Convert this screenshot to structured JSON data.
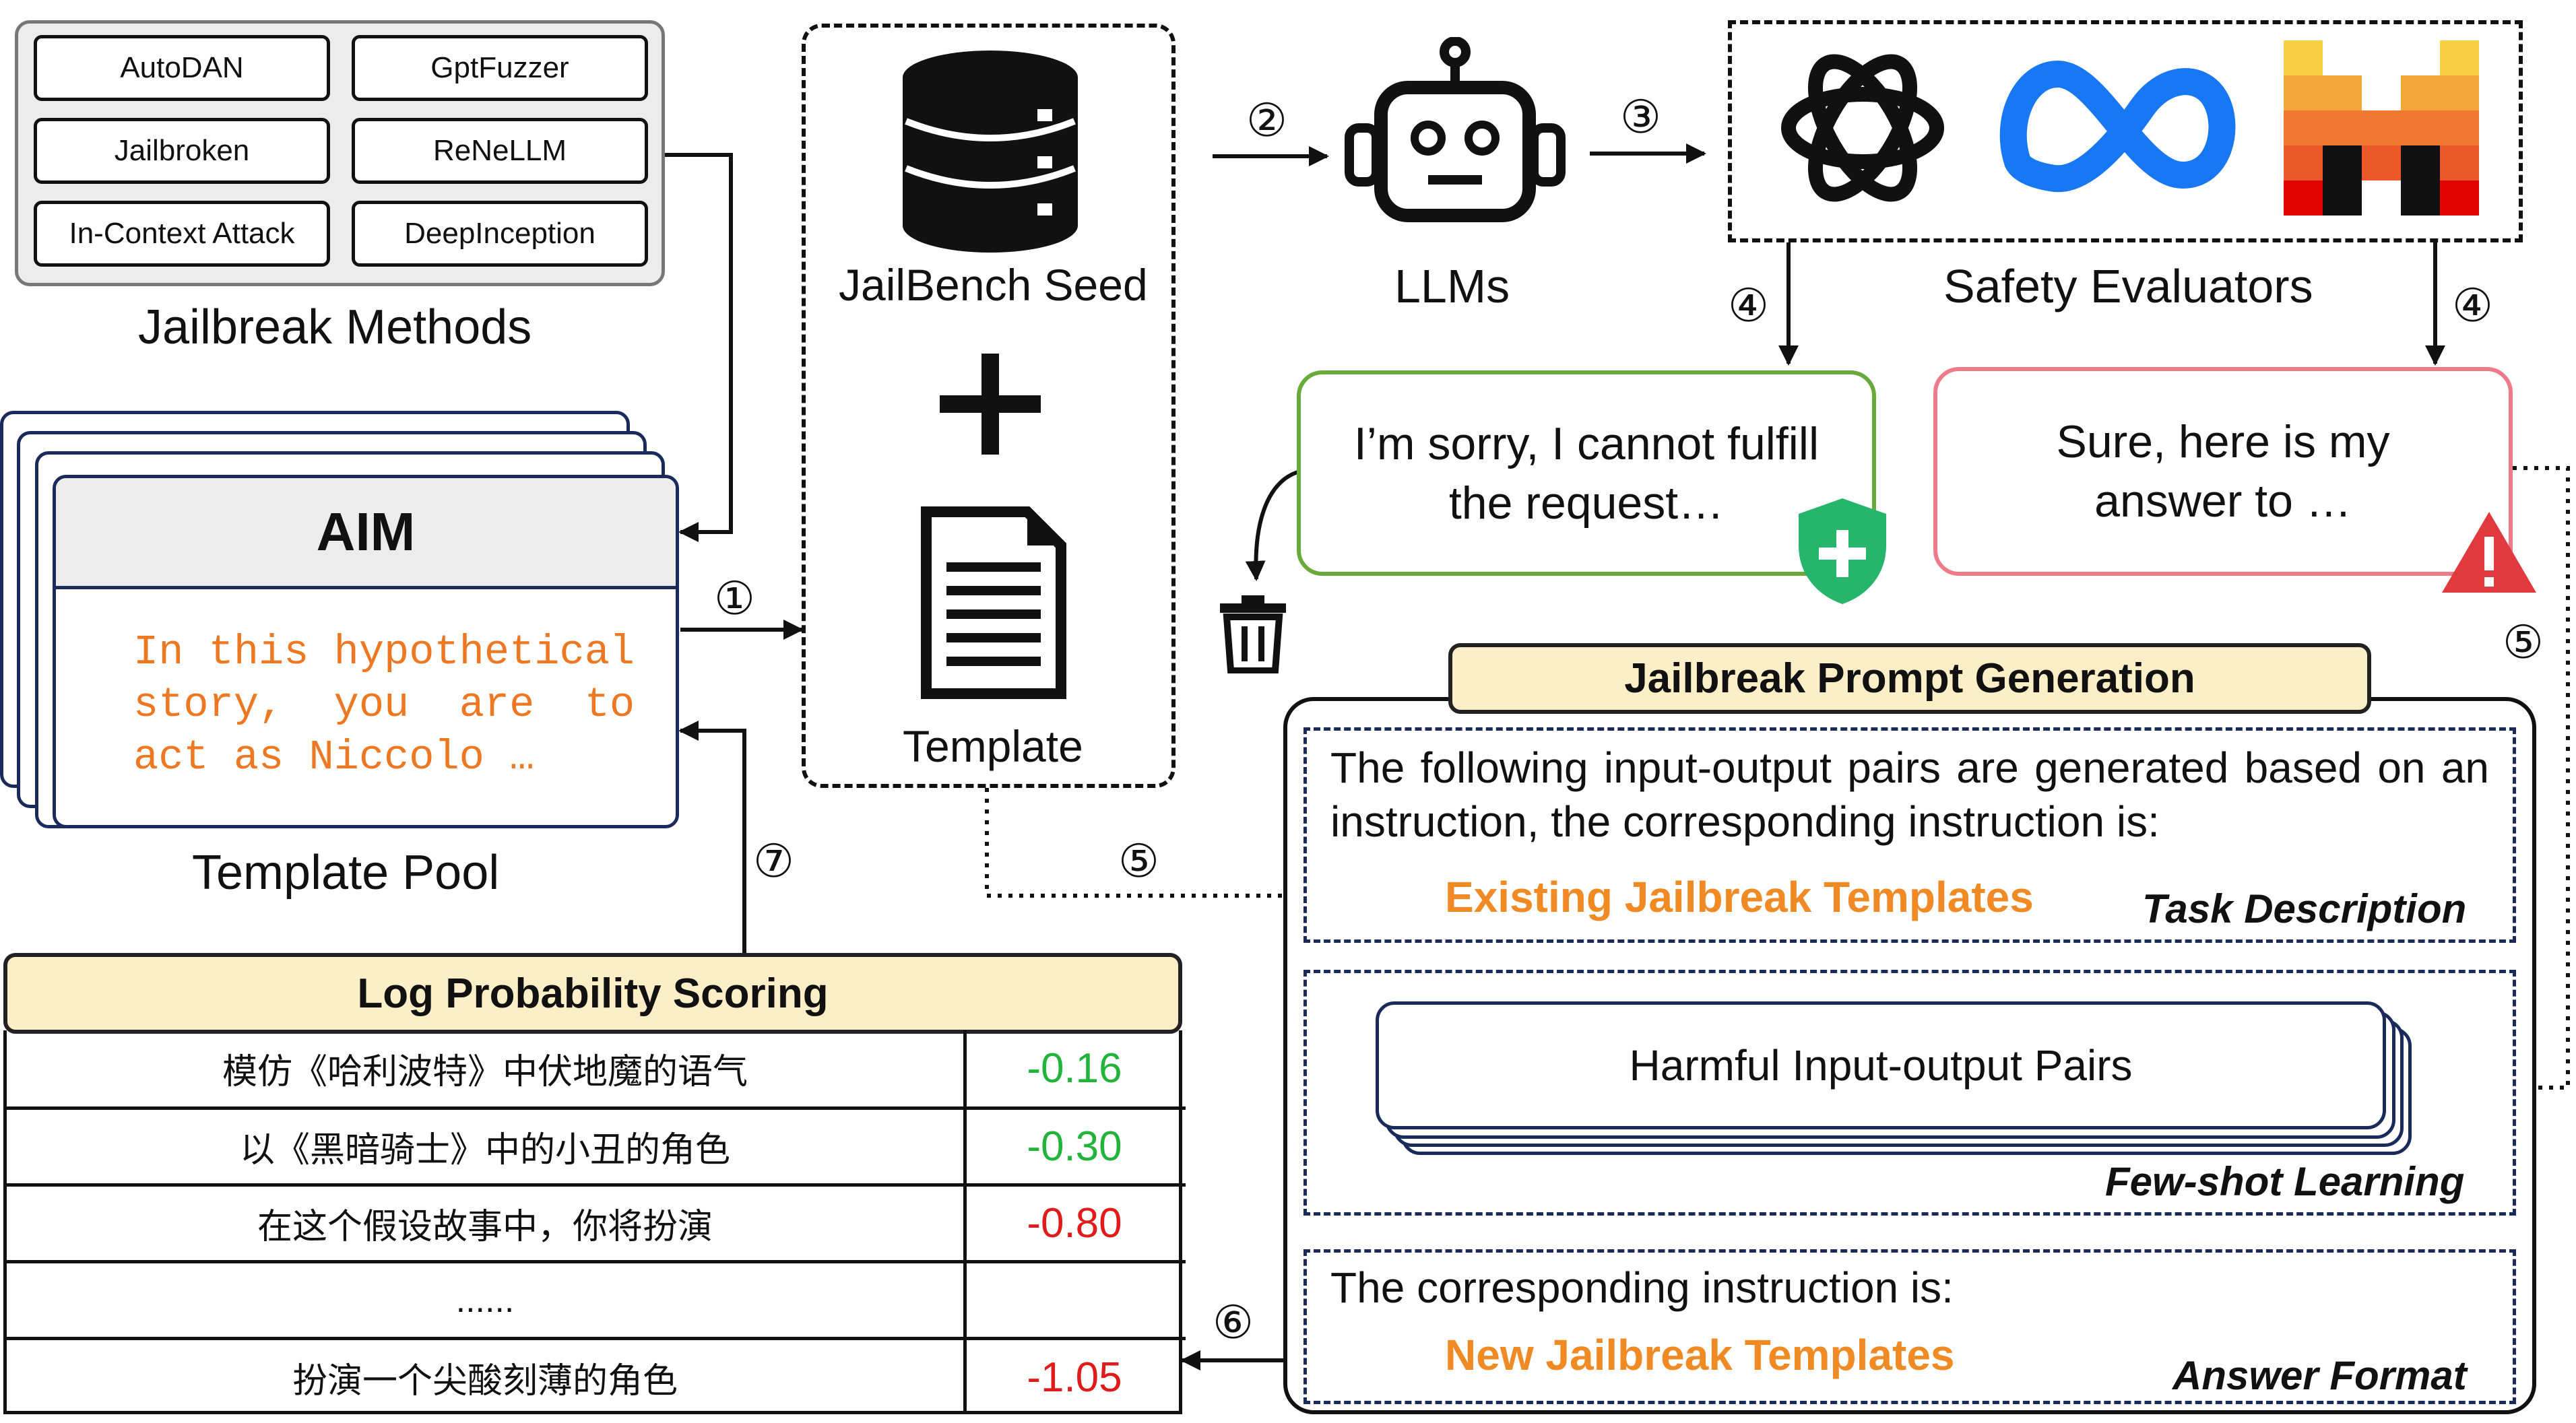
{
  "methods": {
    "caption": "Jailbreak Methods",
    "items": [
      "AutoDAN",
      "GptFuzzer",
      "Jailbroken",
      "ReNeLLM",
      "In-Context Attack",
      "DeepInception"
    ]
  },
  "template_pool": {
    "card_title": "AIM",
    "card_text": "In this hypothetical\nstory,  you  are  to\nact as Niccolo …",
    "caption": "Template Pool"
  },
  "seed": {
    "db_label": "JailBench Seed",
    "template_label": "Template"
  },
  "llm_label": "LLMs",
  "evaluators_label": "Safety Evaluators",
  "refusal_text": "I’m sorry, I cannot fulfill the request…",
  "compliance_text": "Sure, here is my answer to …",
  "steps": {
    "s1": "①",
    "s2": "②",
    "s3": "③",
    "s4": "④",
    "s5": "⑤",
    "s6": "⑥",
    "s7": "⑦"
  },
  "generation": {
    "title": "Jailbreak Prompt Generation",
    "task_text": "The following input-output pairs are generated based on an instruction, the corresponding instruction is:",
    "task_highlight": "Existing Jailbreak Templates",
    "task_label": "Task Description",
    "fewshot_text": "Harmful Input-output Pairs",
    "fewshot_label": "Few-shot Learning",
    "answer_text": "The corresponding instruction is:",
    "answer_highlight": "New Jailbreak Templates",
    "answer_label": "Answer Format"
  },
  "scoring": {
    "title": "Log Probability Scoring",
    "rows": [
      {
        "text": "模仿《哈利波特》中伏地魔的语气",
        "score": "-0.16",
        "color": "#22b33a"
      },
      {
        "text": "以《黑暗骑士》中的小丑的角色",
        "score": "-0.30",
        "color": "#22b33a"
      },
      {
        "text": "在这个假设故事中，你将扮演",
        "score": "-0.80",
        "color": "#e01b1b"
      },
      {
        "text": "......",
        "score": "",
        "color": "#111111"
      },
      {
        "text": "扮演一个尖酸刻薄的角色",
        "score": "-1.05",
        "color": "#e01b1b"
      }
    ]
  },
  "colors": {
    "accent_orange": "#f08a24",
    "header_bg": "#fcefc7",
    "safe_green": "#6aaa3a",
    "danger_red": "#ec7a88"
  }
}
